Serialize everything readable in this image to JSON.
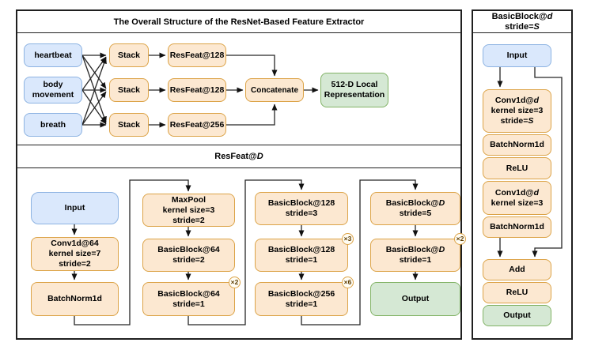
{
  "colors": {
    "blue_fill": "#dae8fc",
    "blue_stroke": "#8db3e2",
    "orange_fill": "#fce8d1",
    "orange_stroke": "#dca347",
    "green_fill": "#d5e8d4",
    "green_stroke": "#82b366",
    "panel_border": "#1f1f1f",
    "wire": "#262626"
  },
  "overall": {
    "title": "The Overall Structure of the ResNet-Based Feature Extractor",
    "input_heartbeat": [
      "heartbeat"
    ],
    "input_body": [
      "body",
      "movement"
    ],
    "input_breath": [
      "breath"
    ],
    "stack1": [
      "Stack"
    ],
    "stack2": [
      "Stack"
    ],
    "stack3": [
      "Stack"
    ],
    "resfeat1": [
      "ResFeat@128"
    ],
    "resfeat2": [
      "ResFeat@128"
    ],
    "resfeat3": [
      "ResFeat@256"
    ],
    "concatenate": [
      "Concatenate"
    ],
    "representation": [
      "512-D Local",
      "Representation"
    ]
  },
  "resfeat": {
    "title": [
      "ResFeat@*D*"
    ],
    "input": [
      "Input"
    ],
    "conv": [
      "Conv1d@64",
      "kernel size=7",
      "stride=2"
    ],
    "bn": [
      "BatchNorm1d"
    ],
    "maxpool": [
      "MaxPool",
      "kernel size=3",
      "stride=2"
    ],
    "bb64s2": [
      "BasicBlock@64",
      "stride=2"
    ],
    "bb64s1": [
      "BasicBlock@64",
      "stride=1"
    ],
    "bb64s1_badge": "×2",
    "bb128s3": [
      "BasicBlock@128",
      "stride=3"
    ],
    "bb128s1": [
      "BasicBlock@128",
      "stride=1"
    ],
    "bb128s1_badge": "×3",
    "bb256s1": [
      "BasicBlock@256",
      "stride=1"
    ],
    "bb256s1_badge": "×6",
    "bbDs5": [
      "BasicBlock@*D*",
      "stride=5"
    ],
    "bbDs1": [
      "BasicBlock@*D*",
      "stride=1"
    ],
    "bbDs1_badge": "×2",
    "output": [
      "Output"
    ]
  },
  "basicblock": {
    "title": [
      "BasicBlock@*d*",
      "stride=*S*"
    ],
    "input": [
      "Input"
    ],
    "conv1": [
      "Conv1d@*d*",
      "kernel size=3",
      "stride=*S*"
    ],
    "bn1": [
      "BatchNorm1d"
    ],
    "relu1": [
      "ReLU"
    ],
    "conv2": [
      "Conv1d@*d*",
      "kernel size=3"
    ],
    "bn2": [
      "BatchNorm1d"
    ],
    "add": [
      "Add"
    ],
    "relu2": [
      "ReLU"
    ],
    "output": [
      "Output"
    ]
  }
}
